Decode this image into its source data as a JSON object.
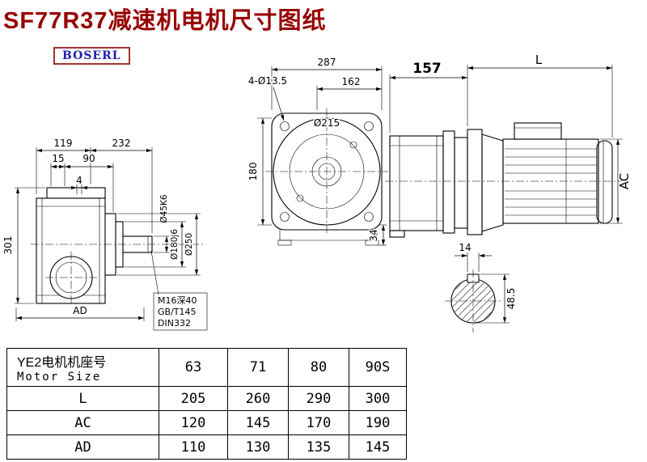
{
  "page": {
    "title": "SF77R37减速机电机尺寸图纸",
    "logo": "BOSERL"
  },
  "views": {
    "left": {
      "dim_119": "119",
      "dim_232": "232",
      "dim_15": "15",
      "dim_90": "90",
      "dim_4": "4",
      "dim_301": "301",
      "dim_AD": "AD",
      "label_shaft": "Ø45K6",
      "label_spigot": "Ø180j6",
      "label_flange": "Ø250",
      "note_1": "M16深40",
      "note_2": "GB/T145",
      "note_3": "DIN332"
    },
    "front": {
      "dim_287": "287",
      "dim_162": "162",
      "label_holes": "4-Ø13.5",
      "label_pilot": "Ø215",
      "dim_180": "180",
      "dim_34": "34"
    },
    "right": {
      "dim_157": "157",
      "dim_L": "L",
      "dim_AC": "AC"
    },
    "shaft": {
      "dim_14": "14",
      "dim_485": "48.5"
    }
  },
  "table": {
    "header_zh": "YE2电机机座号",
    "header_en": "Motor Size",
    "sizes": [
      "63",
      "71",
      "80",
      "90S"
    ],
    "rows": [
      {
        "label": "L",
        "values": [
          "205",
          "260",
          "290",
          "300"
        ]
      },
      {
        "label": "AC",
        "values": [
          "120",
          "145",
          "170",
          "190"
        ]
      },
      {
        "label": "AD",
        "values": [
          "110",
          "130",
          "135",
          "145"
        ]
      }
    ]
  }
}
